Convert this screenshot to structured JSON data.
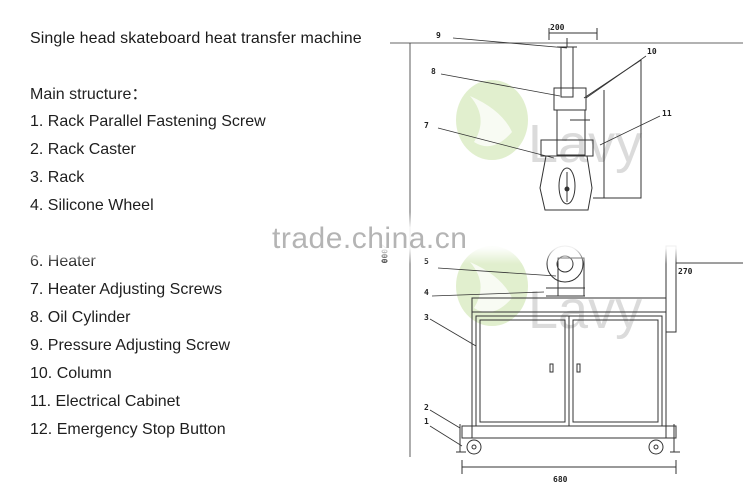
{
  "title": "Single head skateboard heat transfer machine",
  "structure": {
    "heading": "Main structure：",
    "items": [
      "1.  Rack Parallel Fastening Screw",
      "2.  Rack Caster",
      "3.  Rack",
      "4.  Silicone Wheel",
      "",
      "6.  Heater",
      "7.  Heater Adjusting Screws",
      "8.  Oil Cylinder",
      "9.  Pressure Adjusting Screw",
      "10.  Column",
      "11.  Electrical Cabinet",
      "12.  Emergency Stop Button"
    ]
  },
  "watermark": {
    "site": "trade.china.cn",
    "brand": "Lavy"
  },
  "diagram": {
    "dimensions": {
      "top_width": "200",
      "total_height": "2000",
      "cabinet_depth": "270",
      "base_width": "680"
    },
    "callouts": [
      "9",
      "8",
      "7",
      "10",
      "11",
      "5",
      "4",
      "3",
      "2",
      "1"
    ]
  },
  "colors": {
    "text": "#1e1e1e",
    "line": "#333333",
    "watermark": "#9c9c9c",
    "logo": "#b8d98e"
  }
}
